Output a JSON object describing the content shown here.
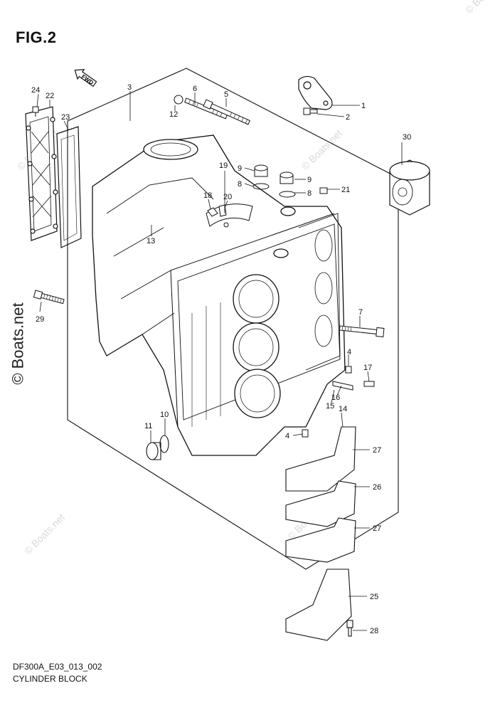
{
  "figure": {
    "title": "FIG.2",
    "code": "DF300A_E03_013_002",
    "caption": "CYLINDER BLOCK",
    "direction_marker": "FWD"
  },
  "watermark": {
    "text": "© Boats.net",
    "faint_text": "© Boats.net"
  },
  "callouts": {
    "c1": "1",
    "c2": "2",
    "c3": "3",
    "c4a": "4",
    "c4b": "4",
    "c5": "5",
    "c6": "6",
    "c7": "7",
    "c8a": "8",
    "c8b": "8",
    "c9a": "9",
    "c9b": "9",
    "c10": "10",
    "c11": "11",
    "c12": "12",
    "c13": "13",
    "c14": "14",
    "c15": "15",
    "c16": "16",
    "c17": "17",
    "c18": "18",
    "c19": "19",
    "c20": "20",
    "c21": "21",
    "c22": "22",
    "c23": "23",
    "c24": "24",
    "c25": "25",
    "c26": "26",
    "c27a": "27",
    "c27b": "27",
    "c28": "28",
    "c29": "29",
    "c30": "30"
  }
}
